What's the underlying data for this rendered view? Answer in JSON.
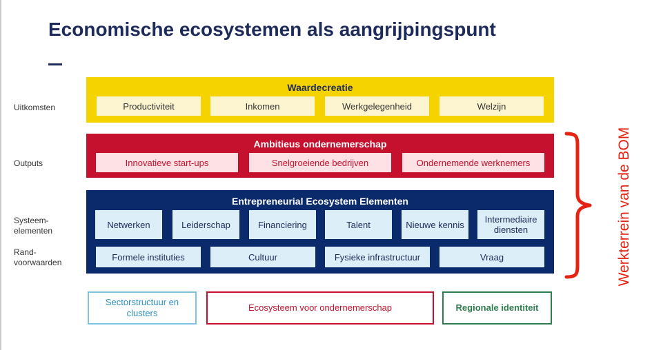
{
  "title": "Economische ecosystemen als aangrijpingspunt",
  "row_labels": {
    "outcomes": "Uitkomsten",
    "outputs": "Outputs",
    "system_1": "Systeem-",
    "system_2": "elementen",
    "rand_1": "Rand-",
    "rand_2": "voorwaarden"
  },
  "bands": {
    "value": {
      "title": "Waardecreatie",
      "items": [
        "Productiviteit",
        "Inkomen",
        "Werkgelegenheid",
        "Welzijn"
      ]
    },
    "ambition": {
      "title": "Ambitieus ondernemerschap",
      "items": [
        "Innovatieve start-ups",
        "Snelgroeiende bedrijven",
        "Ondernemende werknemers"
      ]
    },
    "ecosystem": {
      "title": "Entrepreneurial Ecosystem Elementen",
      "system_items": [
        "Netwerken",
        "Leiderschap",
        "Financiering",
        "Talent",
        "Nieuwe kennis",
        "Intermediaire diensten"
      ],
      "framework_items": [
        "Formele instituties",
        "Cultuur",
        "Fysieke infrastructuur",
        "Vraag"
      ]
    }
  },
  "context": {
    "sector": "Sectorstructuur en clusters",
    "ecosystem": "Ecosysteem voor ondernemerschap",
    "regional": "Regionale identiteit"
  },
  "brace_label": "Werkterrein van de BOM",
  "colors": {
    "title_navy": "#1e2a59",
    "yellow": "#f5d300",
    "red": "#c5112e",
    "navy": "#0a2a6c",
    "light_blue_border": "#7fc3e3",
    "green_border": "#2e7d4f",
    "brace_red": "#e42313"
  }
}
